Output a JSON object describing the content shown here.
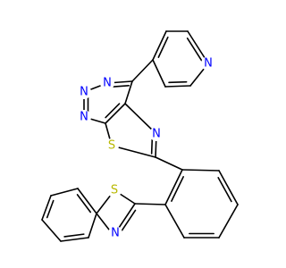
{
  "colors": {
    "bond": "#000000",
    "N": "#0000ff",
    "S": "#b8b800",
    "background": "#ffffff"
  },
  "atoms": {
    "n_pyridine": "N",
    "n_triazole_top": "N",
    "n_triazole_left_upper": "N",
    "n_triazole_left_lower": "N",
    "n_thiadiazole": "N",
    "s_thiadiazole": "S",
    "s_benzothiazole": "S",
    "n_benzothiazole": "N"
  }
}
